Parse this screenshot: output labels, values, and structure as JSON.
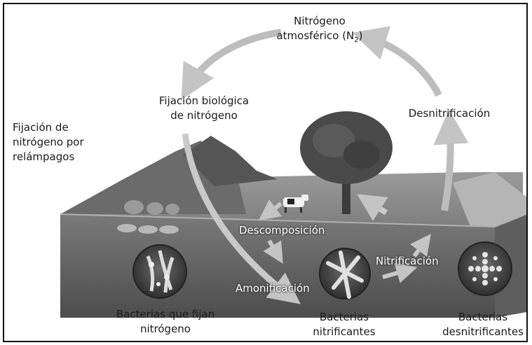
{
  "title": {
    "line1": "Nitrógeno",
    "line2_prefix": "atmosférico (N",
    "line2_sub": "2",
    "line2_suffix": ")"
  },
  "labels": {
    "biological_fixation_1": "Fijación biológica",
    "biological_fixation_2": "de nitrógeno",
    "lightning_fixation_1": "Fijación de",
    "lightning_fixation_2": "nitrógeno por",
    "lightning_fixation_3": "relámpagos",
    "denitrification": "Desnitrificación",
    "decomposition": "Descomposición",
    "nitrification": "Nitrificación",
    "ammonification": "Amonificación",
    "fixing_bacteria_1": "Bacterias que fijan",
    "fixing_bacteria_2": "nitrógeno",
    "nitrifying_bacteria_1": "Bacterias",
    "nitrifying_bacteria_2": "nitrificantes",
    "denitrifying_bacteria_1": "Bacterias",
    "denitrifying_bacteria_2": "desnitrificantes"
  },
  "colors": {
    "arrow": "#b9b9b9",
    "soil": "#6f6f6f",
    "ground": "#8a8a8a",
    "sky": "#ffffff"
  }
}
